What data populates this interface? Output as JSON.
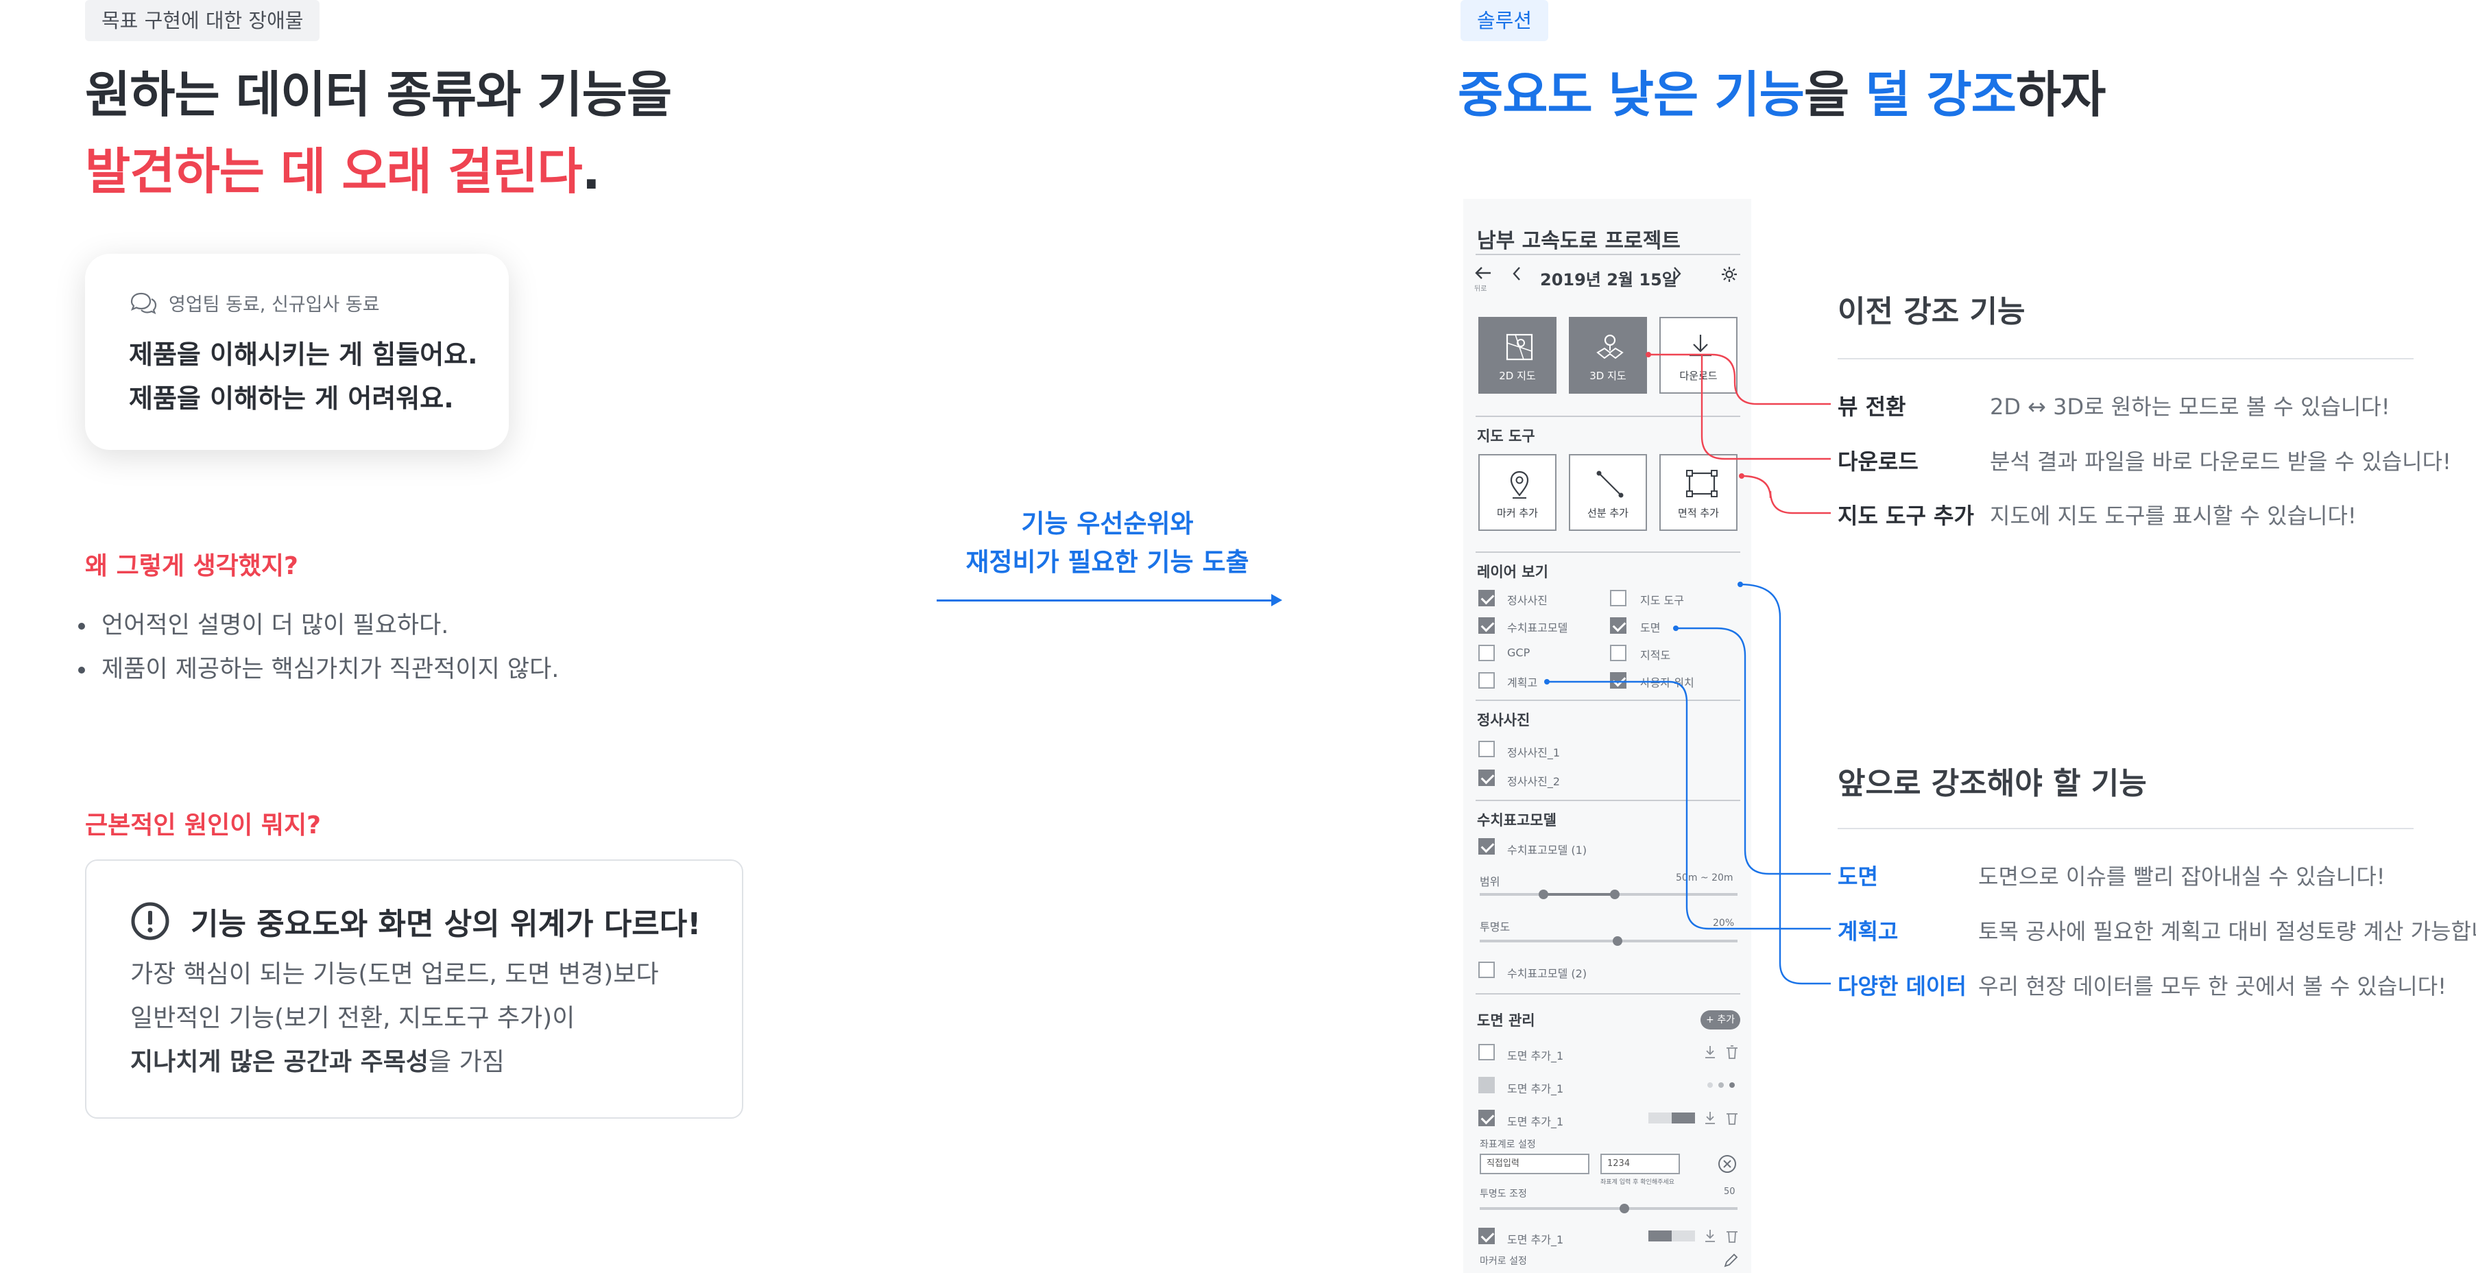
{
  "left": {
    "tag": "목표 구현에 대한 장애물",
    "headline": {
      "line1": "원하는 데이터 종류와 기능을",
      "line2_red": "발견하는 데 오래 걸린다",
      "line2_end": "."
    },
    "bubble": {
      "speakers": "영업팀 동료, 신규입사 동료",
      "line1": "제품을 이해시키는 게 힘들어요.",
      "line2": "제품을 이해하는 게 어려워요."
    },
    "why": {
      "title": "왜 그렇게 생각했지?",
      "bullets": [
        "언어적인 설명이 더 많이 필요하다.",
        "제품이 제공하는 핵심가치가 직관적이지 않다."
      ]
    },
    "cause": {
      "title": "근본적인 원인이 뭐지?",
      "box_title": "기능 중요도와 화면 상의 위계가 다르다!",
      "line1": "가장 핵심이 되는 기능(도면 업로드, 도면 변경)보다",
      "line2": "일반적인 기능(보기 전환, 지도도구 추가)이",
      "line3_bold": "지나치게 많은 공간과 주목성",
      "line3_end": "을 가짐"
    }
  },
  "middle": {
    "line1": "기능 우선순위와",
    "line2": "재정비가 필요한 기능 도출"
  },
  "solution": {
    "tag": "솔루션",
    "headline": {
      "p1": "중요도 낮은 기능",
      "p2": "을 ",
      "p3": "덜 강조",
      "p4": "하자"
    }
  },
  "phone": {
    "title": "남부 고속도로 프로젝트",
    "back_label": "뒤로",
    "date": "2019년 2월 15일",
    "tiles": [
      "2D 지도",
      "3D 지도",
      "다운로드"
    ],
    "map_tools_title": "지도 도구",
    "map_tools": [
      "마커 추가",
      "선분 추가",
      "면적 추가"
    ],
    "layers_title": "레이어 보기",
    "layers": [
      "정사사진",
      "지도 도구",
      "수치표고모델",
      "도면",
      "GCP",
      "지적도",
      "계획고",
      "사용자 위치"
    ],
    "ortho_title": "정사사진",
    "ortho_items": [
      "정사사진_1",
      "정사사진_2"
    ],
    "dem_title": "수치표고모델",
    "dem_item1": "수치표고모델 (1)",
    "range_label": "범위",
    "range_value": "50m ~ 20m",
    "opacity_label": "투명도",
    "opacity_value": "20%",
    "dem_item2": "수치표고모델 (2)",
    "drawing_title": "도면 관리",
    "add_button": "+ 추가",
    "drawing_items": [
      "도면 추가_1",
      "도면 추가_1",
      "도면 추가_1",
      "도면 추가_1"
    ],
    "coord_label": "좌표계로 설정",
    "coord_select": "직접입력",
    "coord_input": "1234",
    "coord_hint": "좌표계 입력 후 확인해주세요",
    "opacity2_label": "투명도 조정",
    "opacity2_value": "50",
    "marker_label": "마커로 설정"
  },
  "right": {
    "prev_title": "이전 강조 기능",
    "prev_features": [
      {
        "name": "뷰 전환",
        "desc": "2D ↔ 3D로 원하는 모드로 볼 수 있습니다!"
      },
      {
        "name": "다운로드",
        "desc": "분석 결과 파일을 바로 다운로드 받을 수 있습니다!"
      },
      {
        "name": "지도 도구 추가",
        "desc": "지도에 지도 도구를 표시할 수 있습니다!"
      }
    ],
    "next_title": "앞으로 강조해야 할 기능",
    "next_features": [
      {
        "name": "도면",
        "desc": "도면으로 이슈를 빨리 잡아내실 수 있습니다!"
      },
      {
        "name": "계획고",
        "desc": "토목 공사에 필요한 계획고 대비 절성토량 계산 가능합니다!"
      },
      {
        "name": "다양한 데이터",
        "desc": "우리 현장 데이터를 모두 한 곳에서 볼 수 있습니다!"
      }
    ]
  },
  "colors": {
    "red": "#ef4452",
    "blue": "#1a73e8",
    "text": "#2b2f36",
    "muted": "#6b717a"
  }
}
